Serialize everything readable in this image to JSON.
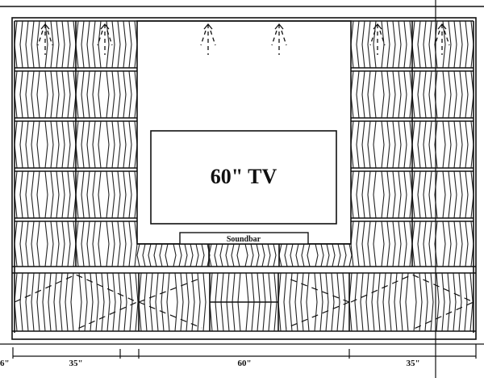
{
  "drawing": {
    "tv_label": "60\" TV",
    "soundbar_label": "Soundbar",
    "dimensions": [
      "6\"",
      "35\"",
      "60\"",
      "35\""
    ],
    "line_color": "#111111"
  }
}
